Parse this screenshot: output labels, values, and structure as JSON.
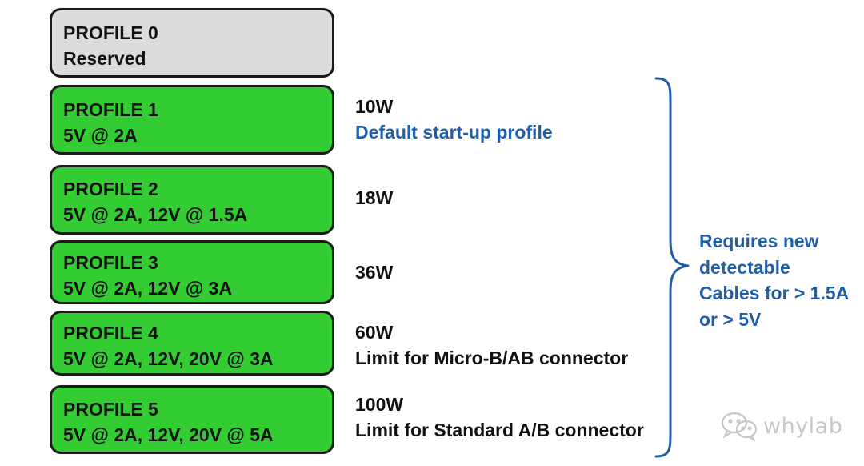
{
  "colors": {
    "reserved_fill": "#dcdcdc",
    "profile_fill": "#33cc33",
    "border": "#1a1a1a",
    "accent_blue": "#1f5fa8",
    "text": "#111111",
    "watermark": "#c7c7c7"
  },
  "profiles": [
    {
      "title": "PROFILE 0",
      "detail": "Reserved",
      "power": "",
      "note": ""
    },
    {
      "title": "PROFILE 1",
      "detail": "5V @ 2A",
      "power": "10W",
      "note": "Default start-up profile"
    },
    {
      "title": "PROFILE 2",
      "detail": "5V @ 2A, 12V @ 1.5A",
      "power": "18W",
      "note": ""
    },
    {
      "title": "PROFILE 3",
      "detail": "5V @ 2A, 12V @ 3A",
      "power": "36W",
      "note": ""
    },
    {
      "title": "PROFILE 4",
      "detail": "5V @ 2A, 12V, 20V @ 3A",
      "power": "60W",
      "note": "Limit for Micro-B/AB connector"
    },
    {
      "title": "PROFILE 5",
      "detail": "5V @ 2A, 12V, 20V @ 5A",
      "power": "100W",
      "note": "Limit for Standard A/B connector"
    }
  ],
  "brace_note": {
    "lines": [
      "Requires new",
      "detectable",
      "Cables for > 1.5A",
      "or > 5V"
    ]
  },
  "watermark": {
    "icon": "wechat-icon",
    "text": "whylab"
  }
}
